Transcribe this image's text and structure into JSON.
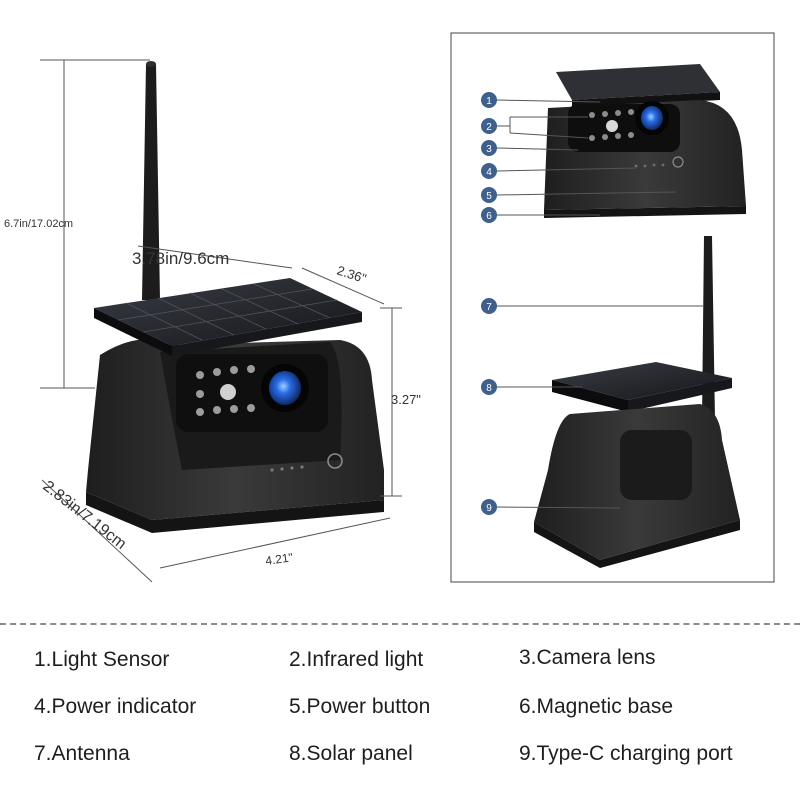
{
  "dimensions": {
    "height": "6.7in/17.02cm",
    "width": "3.78in/9.6cm",
    "depth": "2.36\"",
    "body_height": "3.27\"",
    "base_depth": "2.83in/7.19cm",
    "base_width": "4.21\""
  },
  "callouts": [
    "1",
    "2",
    "3",
    "4",
    "5",
    "6",
    "7",
    "8",
    "9"
  ],
  "legend": [
    "1.Light Sensor",
    "2.Infrared light",
    "3.Camera lens",
    "4.Power indicator",
    "5.Power button",
    "6.Magnetic base",
    "7.Antenna",
    "8.Solar panel",
    "9.Type-C charging port"
  ],
  "colors": {
    "callout_fill": "#3f5f8c",
    "body": "#2b2b2b",
    "panel": "#1e1f24",
    "lens": "#1e5ad6"
  }
}
